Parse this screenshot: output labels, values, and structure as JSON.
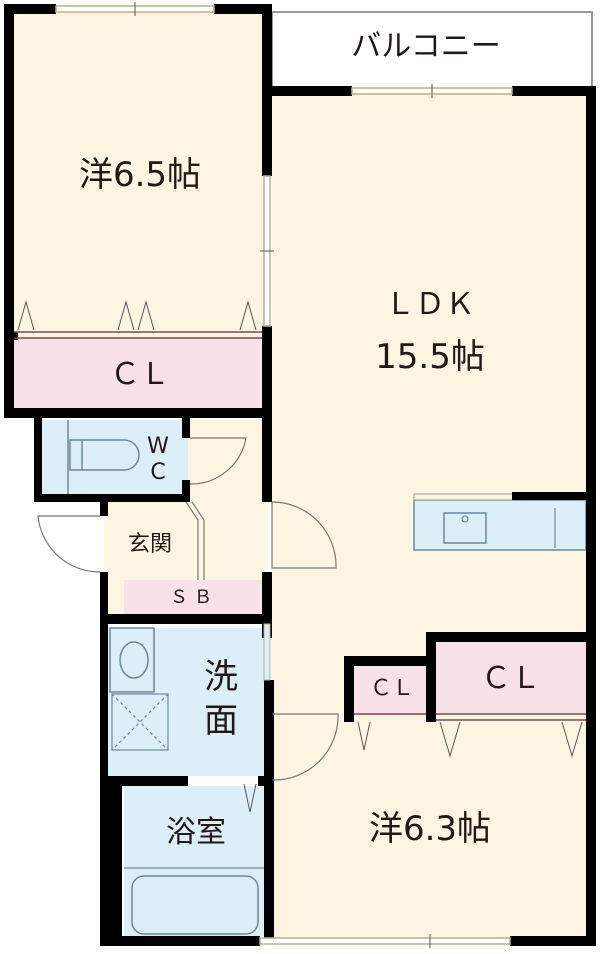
{
  "floor_plan": {
    "colors": {
      "room_floor": "#FEF4E2",
      "wet_area": "#DCEEF8",
      "closet": "#F9E1E8",
      "wall": "#000000",
      "window": "#B9B08E",
      "text": "#231815"
    },
    "rooms": {
      "balcony": {
        "label": "バルコニー"
      },
      "western_room_1": {
        "label": "洋6.5帖"
      },
      "closet_1": {
        "label": "ＣＬ"
      },
      "ldk": {
        "label": "ＬＤＫ",
        "size": "15.5帖"
      },
      "wc": {
        "label_line1": "W",
        "label_line2": "C"
      },
      "entrance": {
        "label": "玄関"
      },
      "shoe_box": {
        "label": "ＳＢ"
      },
      "washroom": {
        "label_line1": "洗",
        "label_line2": "面"
      },
      "bathroom": {
        "label": "浴室"
      },
      "closet_small": {
        "label": "ＣＬ"
      },
      "closet_2": {
        "label": "ＣＬ"
      },
      "western_room_2": {
        "label": "洋6.3帖"
      }
    }
  }
}
